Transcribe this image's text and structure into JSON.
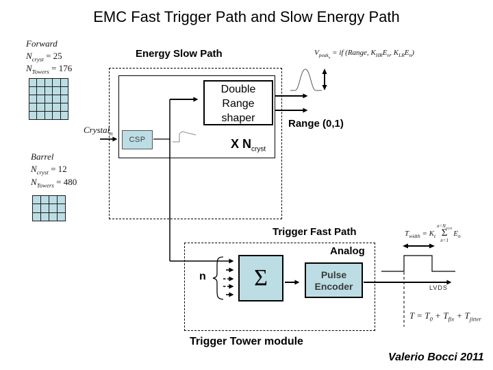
{
  "title": "EMC Fast Trigger Path and Slow Energy Path",
  "colors": {
    "box_fill": "#bcdde4",
    "line": "#000000",
    "ghost_line": "#8a8a8a"
  },
  "forward": {
    "label": "Forward",
    "cryst": {
      "var": "N",
      "sub": "cryst",
      "eq": " = 25"
    },
    "towers": {
      "var": "N",
      "sub": "Towers",
      "eq": " = 176"
    },
    "grid": {
      "rows": 5,
      "cols": 5
    }
  },
  "barrel": {
    "label": "Barrel",
    "cryst": {
      "var": "N",
      "sub": "cryst",
      "eq": " = 12"
    },
    "towers": {
      "var": "N",
      "sub": "Towers",
      "eq": " = 480"
    },
    "grid": {
      "rows": 3,
      "cols": 4
    }
  },
  "crystal": {
    "var": "Crystal",
    "sub": "n"
  },
  "energy_slow_path": {
    "label": "Energy Slow Path",
    "shaper": {
      "line1": "Double",
      "line2": "Range",
      "line3": "shaper"
    },
    "csp": "CSP",
    "xn": {
      "prefix": "X N",
      "sub": "cryst"
    }
  },
  "peak_formula": {
    "v": "V",
    "v_sub": "peak",
    "v_subsub": "n",
    "mid": " = if (Range, K",
    "k1_sub": "HR",
    "e1": "E",
    "e1_sub": "n",
    "comma": ", K",
    "k2_sub": "LR",
    "e2": "E",
    "e2_sub": "n",
    "close": ")"
  },
  "range_label": "Range (0,1)",
  "trigger_fast_path": {
    "label": "Trigger Fast Path",
    "analog": "Analog",
    "n_label": "n",
    "sigma": "Σ",
    "pulse_encoder": {
      "line1": "Pulse",
      "line2": "Encoder"
    },
    "lvds": "LVDS"
  },
  "width_formula": {
    "t": "T",
    "t_sub": "width",
    "eq": " = K",
    "k_sub": "t",
    "lim_top": "n=N",
    "lim_top_sub": "cryst",
    "sigma": "Σ",
    "lim_bot": "n=1",
    "e": "E",
    "e_sub": "n"
  },
  "time_formula": {
    "p1": "T = T",
    "s1": "0",
    "p2": " + T",
    "s2": "fix",
    "p3": " + T",
    "s3": "jitter"
  },
  "trigger_tower_label": "Trigger Tower module",
  "credit": "Valerio Bocci 2011"
}
